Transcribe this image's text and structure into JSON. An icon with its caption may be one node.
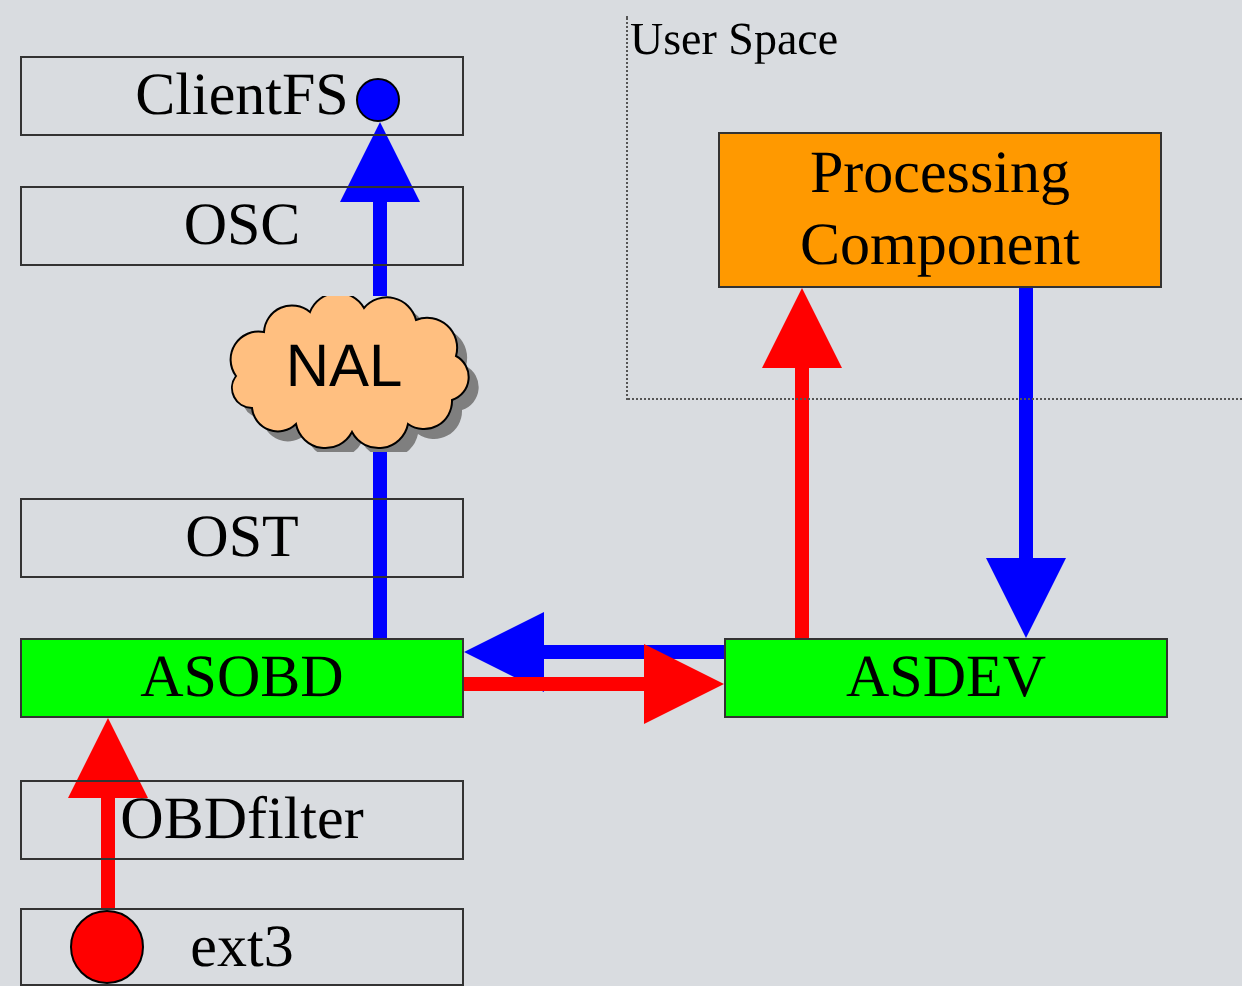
{
  "diagram": {
    "nodes": [
      {
        "text": [
          "User Space"
        ]
      },
      {
        "text": [
          "ClientFS"
        ]
      },
      {
        "text": [],
        "shape": "circle",
        "in": 1
      },
      {
        "text": [
          "Processing Component"
        ],
        "in": 0
      },
      {
        "text": [
          "OSC"
        ]
      },
      {
        "text": [
          "NAL"
        ]
      },
      {
        "text": [
          "OST"
        ]
      },
      {
        "text": [
          "ASOBD"
        ]
      },
      {
        "text": [
          "ASDEV"
        ]
      },
      {
        "text": [
          "OBDfilter"
        ]
      },
      {
        "text": [
          "ext3"
        ]
      },
      {
        "text": [],
        "shape": "circle",
        "in": 10
      }
    ],
    "edges": [
      {
        "from": 11,
        "to": 9,
        "arrow": "none",
        "color": "#ff0000"
      },
      {
        "from": 9,
        "to": 7,
        "arrow": "to",
        "color": "#ff0000"
      },
      {
        "from": 7,
        "to": 6,
        "arrow": "none",
        "color": "#0000ff"
      },
      {
        "from": 6,
        "to": 5,
        "arrow": "none",
        "color": "#0000ff"
      },
      {
        "from": 5,
        "to": 4,
        "arrow": "none",
        "color": "#0000ff"
      },
      {
        "from": 4,
        "to": 2,
        "arrow": "to",
        "color": "#0000ff"
      },
      {
        "from": 8,
        "to": 7,
        "arrow": "to",
        "color": "#0000ff"
      },
      {
        "from": 7,
        "to": 8,
        "arrow": "to",
        "color": "#ff0000"
      },
      {
        "from": 8,
        "to": 3,
        "arrow": "to",
        "color": "#ff0000"
      },
      {
        "from": 3,
        "to": 8,
        "arrow": "to",
        "color": "#0000ff"
      }
    ]
  }
}
